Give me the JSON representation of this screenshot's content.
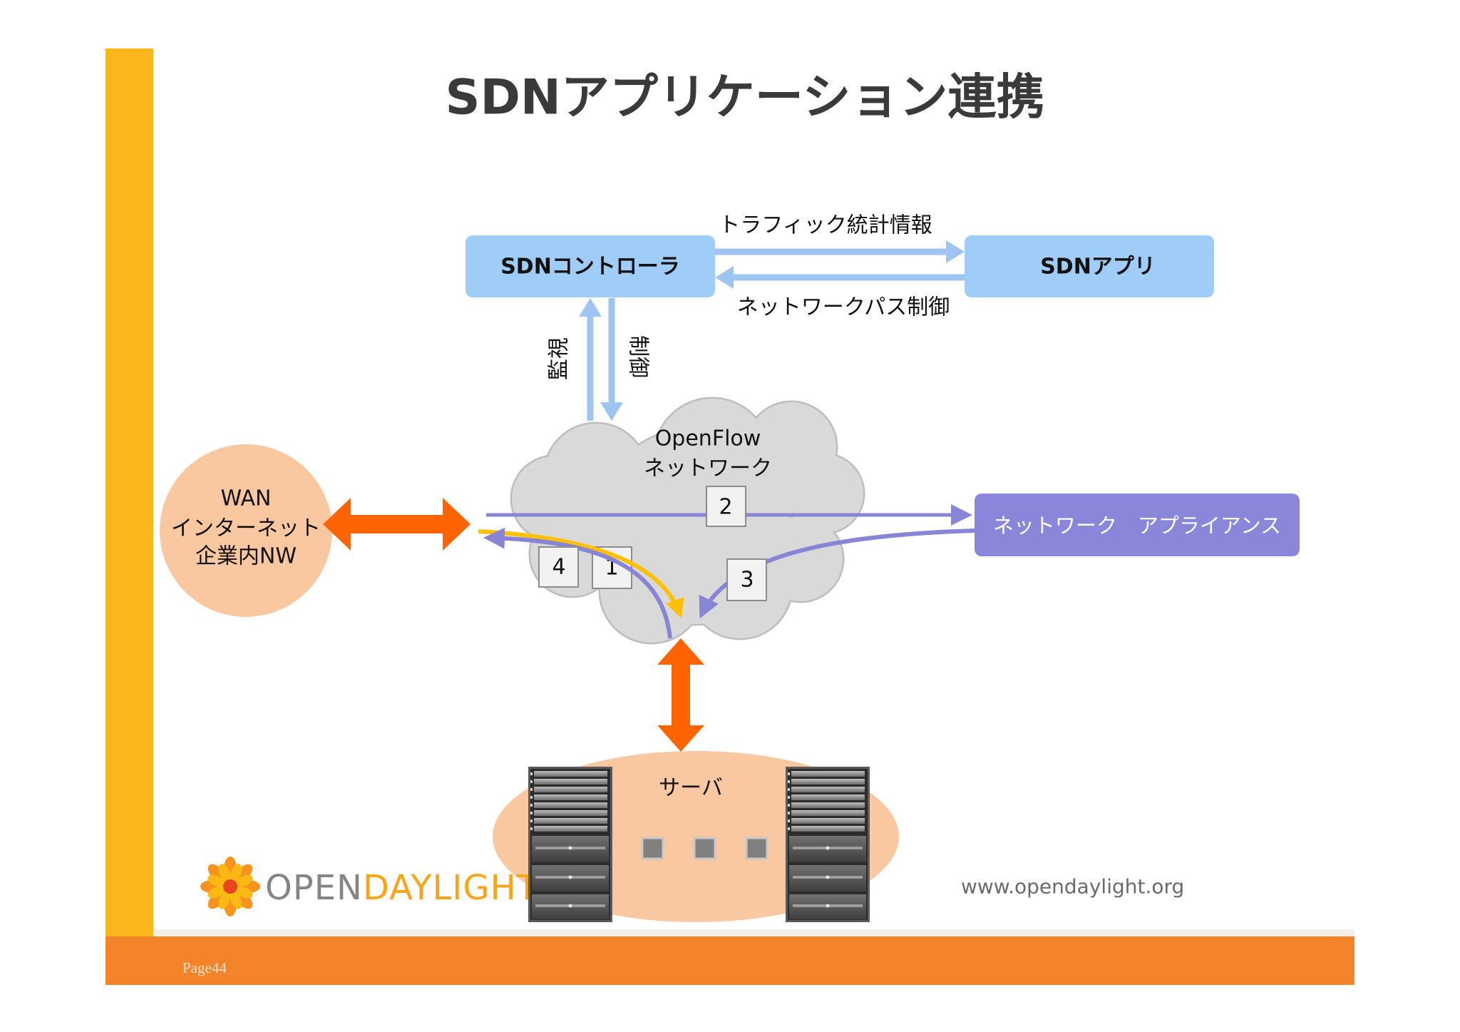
{
  "slide": {
    "title": "SDNアプリケーション連携",
    "page_label": "Page44"
  },
  "controller": {
    "label": "SDNコントローラ"
  },
  "sdn_app": {
    "label": "SDNアプリ"
  },
  "flows": {
    "traffic_stats": "トラフィック統計情報",
    "path_control": "ネットワークパス制御",
    "monitor": "監視",
    "control": "制御"
  },
  "openflow_cloud": {
    "line1": "OpenFlow",
    "line2": "ネットワーク"
  },
  "wan": {
    "line1": "WAN",
    "line2": "インターネット",
    "line3": "企業内NW"
  },
  "appliance": {
    "label": "ネットワーク　アプライアンス"
  },
  "steps": [
    "1",
    "2",
    "3",
    "4"
  ],
  "server": {
    "label": "サーバ"
  },
  "logo": {
    "open": "OPEN",
    "daylight": "DAYLIGHT",
    "url": "www.opendaylight.org"
  },
  "icons": {
    "logo": "opendaylight-flower-icon",
    "server": "server-rack-icon"
  },
  "colors": {
    "sidebar": "#FBB61B",
    "footer": "#F3842A",
    "sdn_box": "#9FCDF8",
    "sdn_arrow": "#9EC4F2",
    "appliance": "#8A87DB",
    "flow_purple": "#8884D6",
    "flow_yellow": "#FFC000",
    "orange_arrow": "#FF6400",
    "peach": "#FAC8A0",
    "cloud": "#D9D9D9"
  }
}
